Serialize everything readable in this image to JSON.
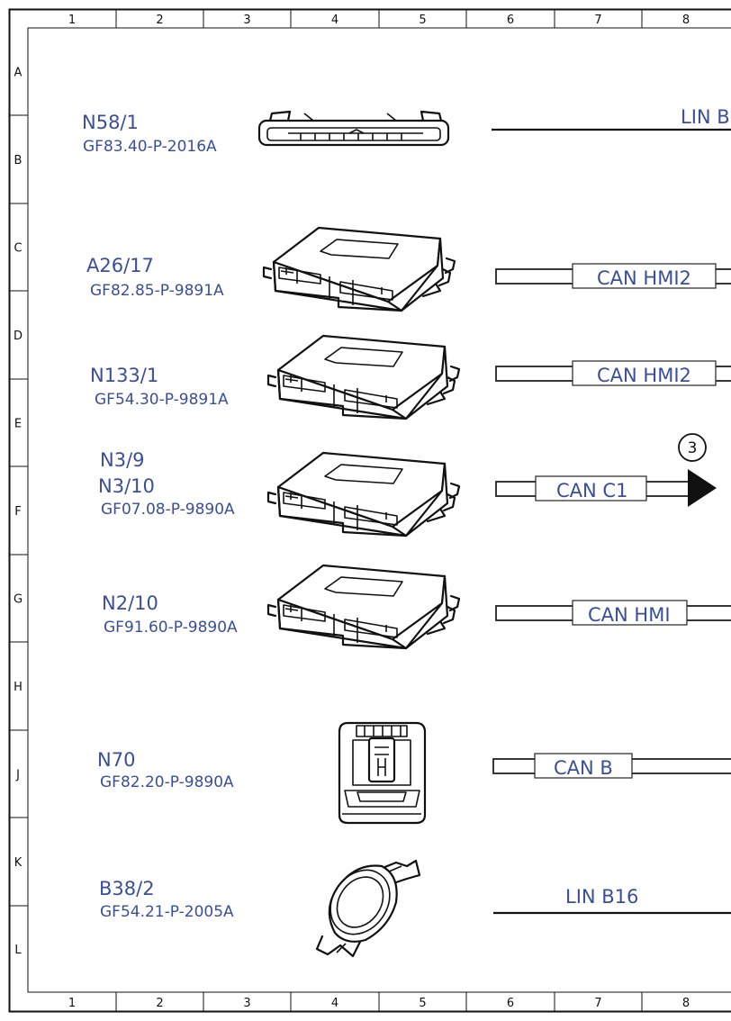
{
  "frame": {
    "columns": [
      "1",
      "2",
      "3",
      "4",
      "5",
      "6",
      "7",
      "8"
    ],
    "rows": [
      "A",
      "B",
      "C",
      "D",
      "E",
      "F",
      "G",
      "H",
      "J",
      "K",
      "L"
    ]
  },
  "components": [
    {
      "code": "N58/1",
      "ref": "GF83.40-P-2016A",
      "icon": "switch-panel-icon",
      "bus": "LIN B",
      "bus_style": "line"
    },
    {
      "code": "A26/17",
      "ref": "GF82.85-P-9891A",
      "icon": "control-unit-icon",
      "bus": "CAN HMI2",
      "bus_style": "double"
    },
    {
      "code": "N133/1",
      "ref": "GF54.30-P-9891A",
      "icon": "control-unit-icon",
      "bus": "CAN HMI2",
      "bus_style": "double"
    },
    {
      "code": "N3/9",
      "code2": "N3/10",
      "ref": "GF07.08-P-9890A",
      "icon": "control-unit-icon",
      "bus": "CAN C1",
      "bus_style": "double-arrow",
      "marker": "3"
    },
    {
      "code": "N2/10",
      "ref": "GF91.60-P-9890A",
      "icon": "control-unit-icon",
      "bus": "CAN HMI",
      "bus_style": "double"
    },
    {
      "code": "N70",
      "ref": "GF82.20-P-9890A",
      "icon": "overhead-control-panel-icon",
      "bus": "CAN B",
      "bus_style": "double"
    },
    {
      "code": "B38/2",
      "ref": "GF54.21-P-2005A",
      "icon": "rain-light-sensor-icon",
      "bus": "LIN B16",
      "bus_style": "line"
    }
  ],
  "colors": {
    "label": "#3a4f9a",
    "line": "#111111"
  }
}
